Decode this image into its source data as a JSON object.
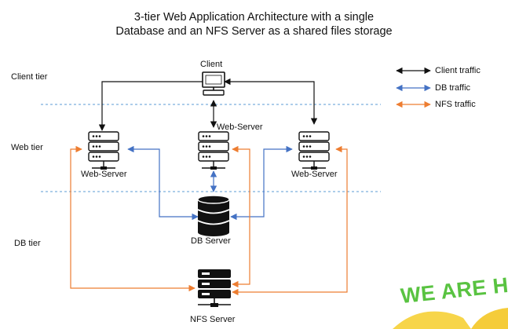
{
  "title": {
    "line1": "3-tier Web Application Architecture with a single",
    "line2": "Database and an NFS  Server as a shared files storage"
  },
  "tiers": {
    "client": "Client tier",
    "web": "Web tier",
    "db": "DB tier"
  },
  "nodes": {
    "client": "Client",
    "web_left": "Web-Server",
    "web_center": "Web-Server",
    "web_right": "Web-Server",
    "db": "DB Server",
    "nfs": "NFS Server"
  },
  "legend": {
    "client": "Client traffic",
    "db": "DB traffic",
    "nfs": "NFS traffic"
  },
  "colors": {
    "client_traffic": "#111111",
    "db_traffic": "#4472c4",
    "nfs_traffic": "#ed7d31",
    "tier_divider": "#5b9bd5",
    "watermark": "#59c341"
  },
  "icons": {
    "client": "monitor-icon",
    "web_server": "server-rack-icon",
    "db": "database-cylinder-icon",
    "nfs": "storage-server-icon"
  },
  "watermark": "WE ARE H"
}
